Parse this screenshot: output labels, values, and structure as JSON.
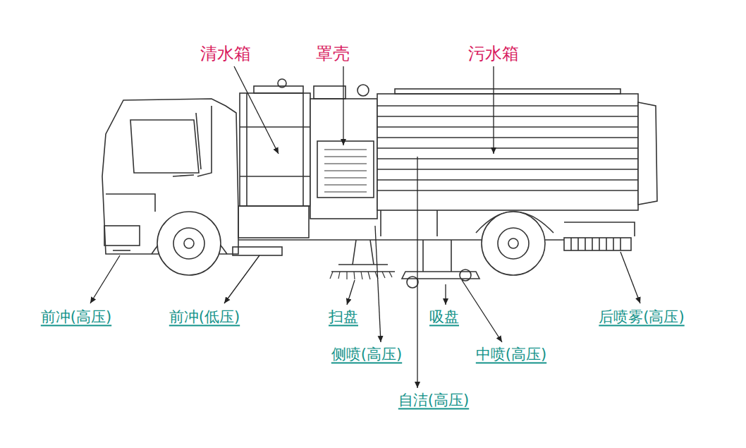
{
  "diagram": {
    "labels": [
      "清水箱",
      "罩壳",
      "污水箱",
      "前冲(高压)",
      "前冲(低压)",
      "扫盘",
      "吸盘",
      "后喷雾(高压)",
      "侧喷(高压)",
      "中喷(高压)",
      "自洁(高压)"
    ]
  }
}
